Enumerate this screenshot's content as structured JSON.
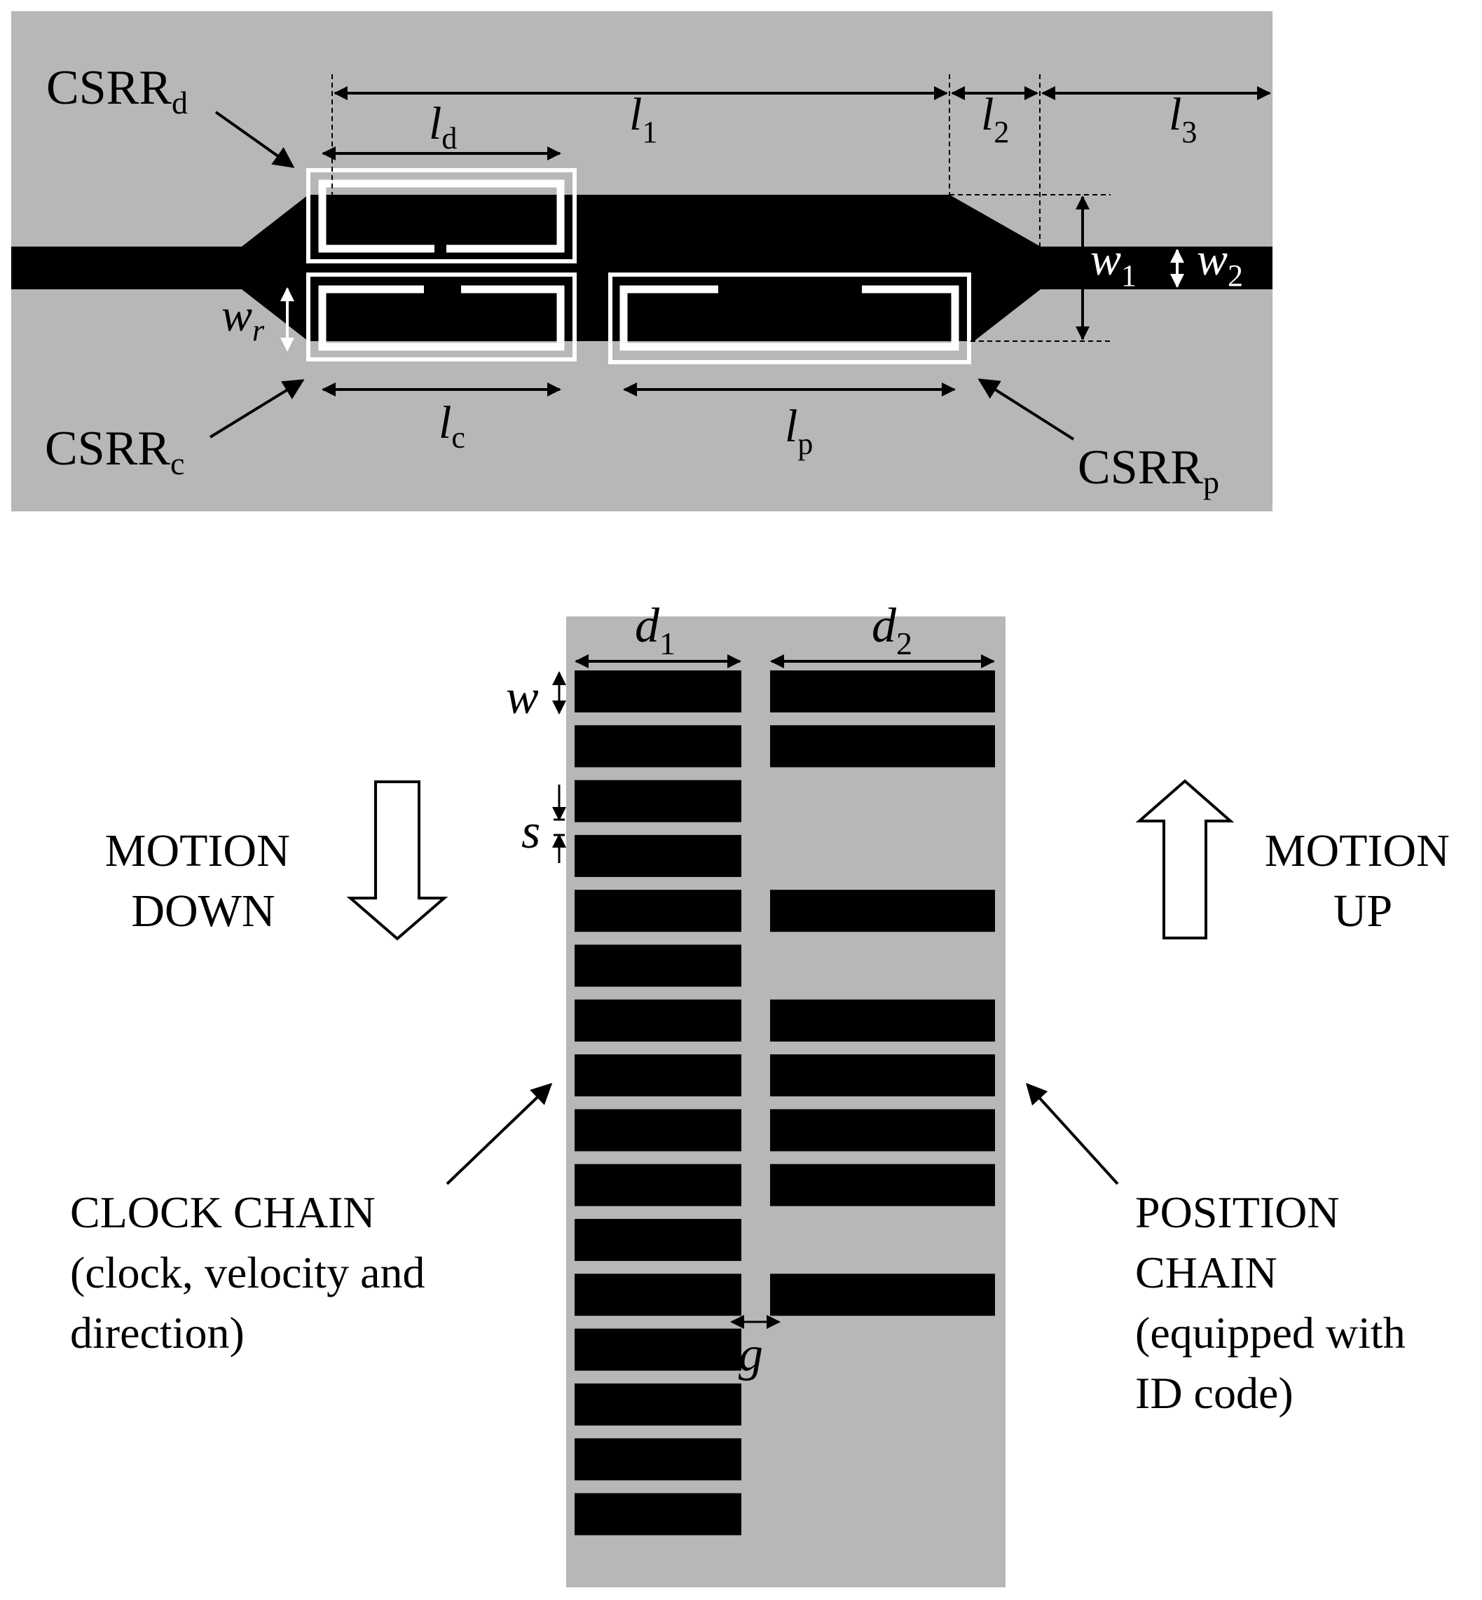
{
  "colors": {
    "substrate": "#b8b6b7",
    "metal": "#000000",
    "slot": "#ffffff",
    "page": "#ffffff"
  },
  "top_panel": {
    "resonator_labels": {
      "csrr_d": {
        "main": "CSRR",
        "sub": "d"
      },
      "csrr_c": {
        "main": "CSRR",
        "sub": "c"
      },
      "csrr_p": {
        "main": "CSRR",
        "sub": "p"
      }
    },
    "dimensions": {
      "l1": {
        "main": "l",
        "sub": "1"
      },
      "l2": {
        "main": "l",
        "sub": "2"
      },
      "l3": {
        "main": "l",
        "sub": "3"
      },
      "ld": {
        "main": "l",
        "sub": "d"
      },
      "lc": {
        "main": "l",
        "sub": "c"
      },
      "lp": {
        "main": "l",
        "sub": "p"
      },
      "w1": {
        "main": "w",
        "sub": "1"
      },
      "w2": {
        "main": "w",
        "sub": "2"
      },
      "wr": {
        "main": "w",
        "sub": "r"
      }
    }
  },
  "bottom_panel": {
    "dimensions": {
      "d1": {
        "main": "d",
        "sub": "1"
      },
      "d2": {
        "main": "d",
        "sub": "2"
      },
      "w": "w",
      "s": "s",
      "g": "g"
    },
    "motion_down": [
      "MOTION",
      "DOWN"
    ],
    "motion_up": [
      "MOTION",
      "UP"
    ],
    "clock_chain": [
      "CLOCK CHAIN",
      "(clock, velocity and",
      "direction)"
    ],
    "position_chain": [
      "POSITION",
      "CHAIN",
      "(equipped with",
      "ID code)"
    ],
    "clock_chain_inclusions": [
      1,
      1,
      1,
      1,
      1,
      1,
      1,
      1,
      1,
      1,
      1,
      1,
      1,
      1,
      1,
      1
    ],
    "position_chain_inclusions": [
      1,
      1,
      0,
      0,
      1,
      0,
      1,
      1,
      1,
      1,
      0,
      1,
      0,
      0,
      0,
      0
    ]
  }
}
